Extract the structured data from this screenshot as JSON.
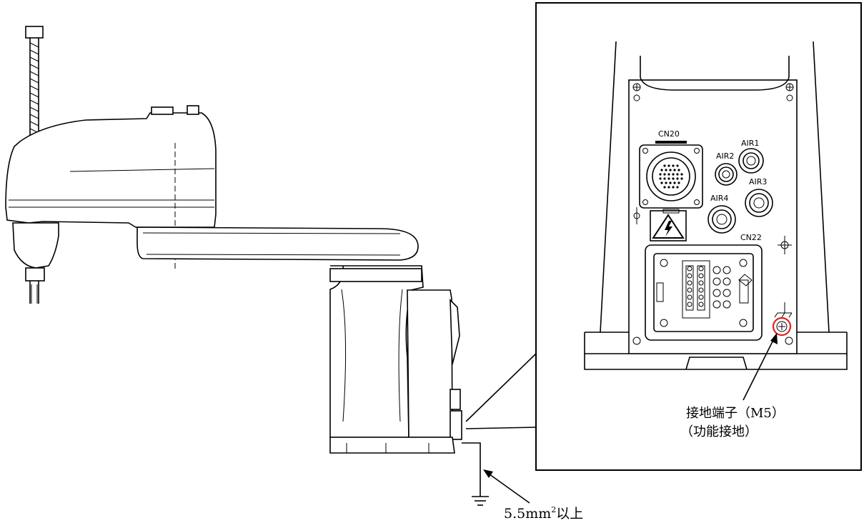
{
  "detail": {
    "connectors": {
      "cn20": "CN20",
      "cn22": "CN22",
      "air1": "AIR1",
      "air2": "AIR2",
      "air3": "AIR3",
      "air4": "AIR4"
    },
    "ground_terminal_line1": "接地端子（M5）",
    "ground_terminal_line2": "（功能接地）"
  },
  "ground_wire": {
    "size_main": "5.5mm",
    "size_sup": "2",
    "size_suffix": "以上"
  },
  "colors": {
    "highlight_circle": "#e0201e",
    "line": "#000000"
  }
}
